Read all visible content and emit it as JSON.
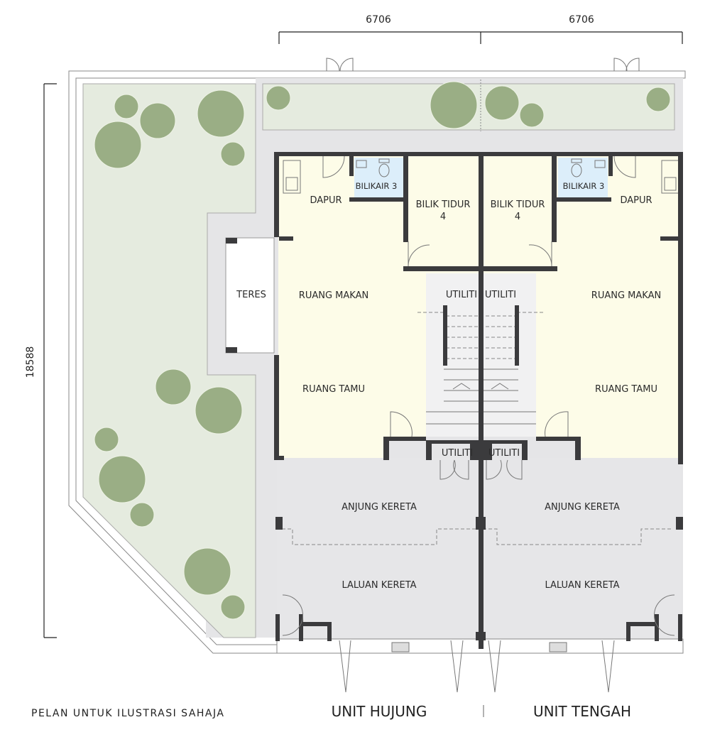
{
  "dimensions": {
    "width_left": "6706",
    "width_right": "6706",
    "depth": "18588"
  },
  "rooms": {
    "left": {
      "kitchen": "DAPUR",
      "bathroom": "BILIKAIR 3",
      "bedroom_line1": "BILIK TIDUR",
      "bedroom_line2": "4",
      "dining": "RUANG MAKAN",
      "living": "RUANG TAMU",
      "utility_upper": "UTILITI",
      "utility_lower": "UTILITI",
      "carporch": "ANJUNG KERETA",
      "driveway": "LALUAN KERETA",
      "terrace": "TERES"
    },
    "right": {
      "kitchen": "DAPUR",
      "bathroom": "BILIKAIR 3",
      "bedroom_line1": "BILIK TIDUR",
      "bedroom_line2": "4",
      "dining": "RUANG MAKAN",
      "living": "RUANG TAMU",
      "utility_upper": "UTILITI",
      "utility_lower": "UTILITI",
      "carporch": "ANJUNG KERETA",
      "driveway": "LALUAN KERETA"
    }
  },
  "footer": {
    "note": "PELAN UNTUK ILUSTRASI SAHAJA",
    "unit_left": "UNIT HUJUNG",
    "unit_right": "UNIT TENGAH"
  },
  "colors": {
    "garden": "#e5ebdf",
    "interior": "#fdfce8",
    "paving": "#e5e5e7",
    "bathroom": "#dceefa",
    "wall": "#3b3b3d",
    "tree": "#9aae85"
  }
}
